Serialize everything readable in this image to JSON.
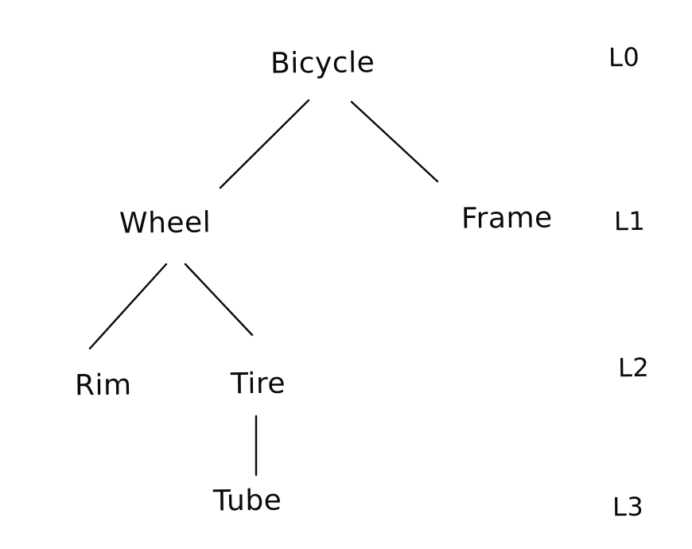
{
  "diagram": {
    "type": "tree",
    "ink_color": "#0a0a0a",
    "background_color": "#ffffff",
    "nodes": {
      "bicycle": {
        "label": "Bicycle",
        "level": "L0"
      },
      "wheel": {
        "label": "Wheel",
        "level": "L1"
      },
      "frame": {
        "label": "Frame",
        "level": "L1"
      },
      "rim": {
        "label": "Rim",
        "level": "L2"
      },
      "tire": {
        "label": "Tire",
        "level": "L2"
      },
      "tube": {
        "label": "Tube",
        "level": "L3"
      }
    },
    "edges": [
      {
        "from": "Bicycle",
        "to": "Wheel"
      },
      {
        "from": "Bicycle",
        "to": "Frame"
      },
      {
        "from": "Wheel",
        "to": "Rim"
      },
      {
        "from": "Wheel",
        "to": "Tire"
      },
      {
        "from": "Tire",
        "to": "Tube"
      }
    ],
    "level_labels": {
      "l0": "L0",
      "l1": "L1",
      "l2": "L2",
      "l3": "L3"
    }
  }
}
